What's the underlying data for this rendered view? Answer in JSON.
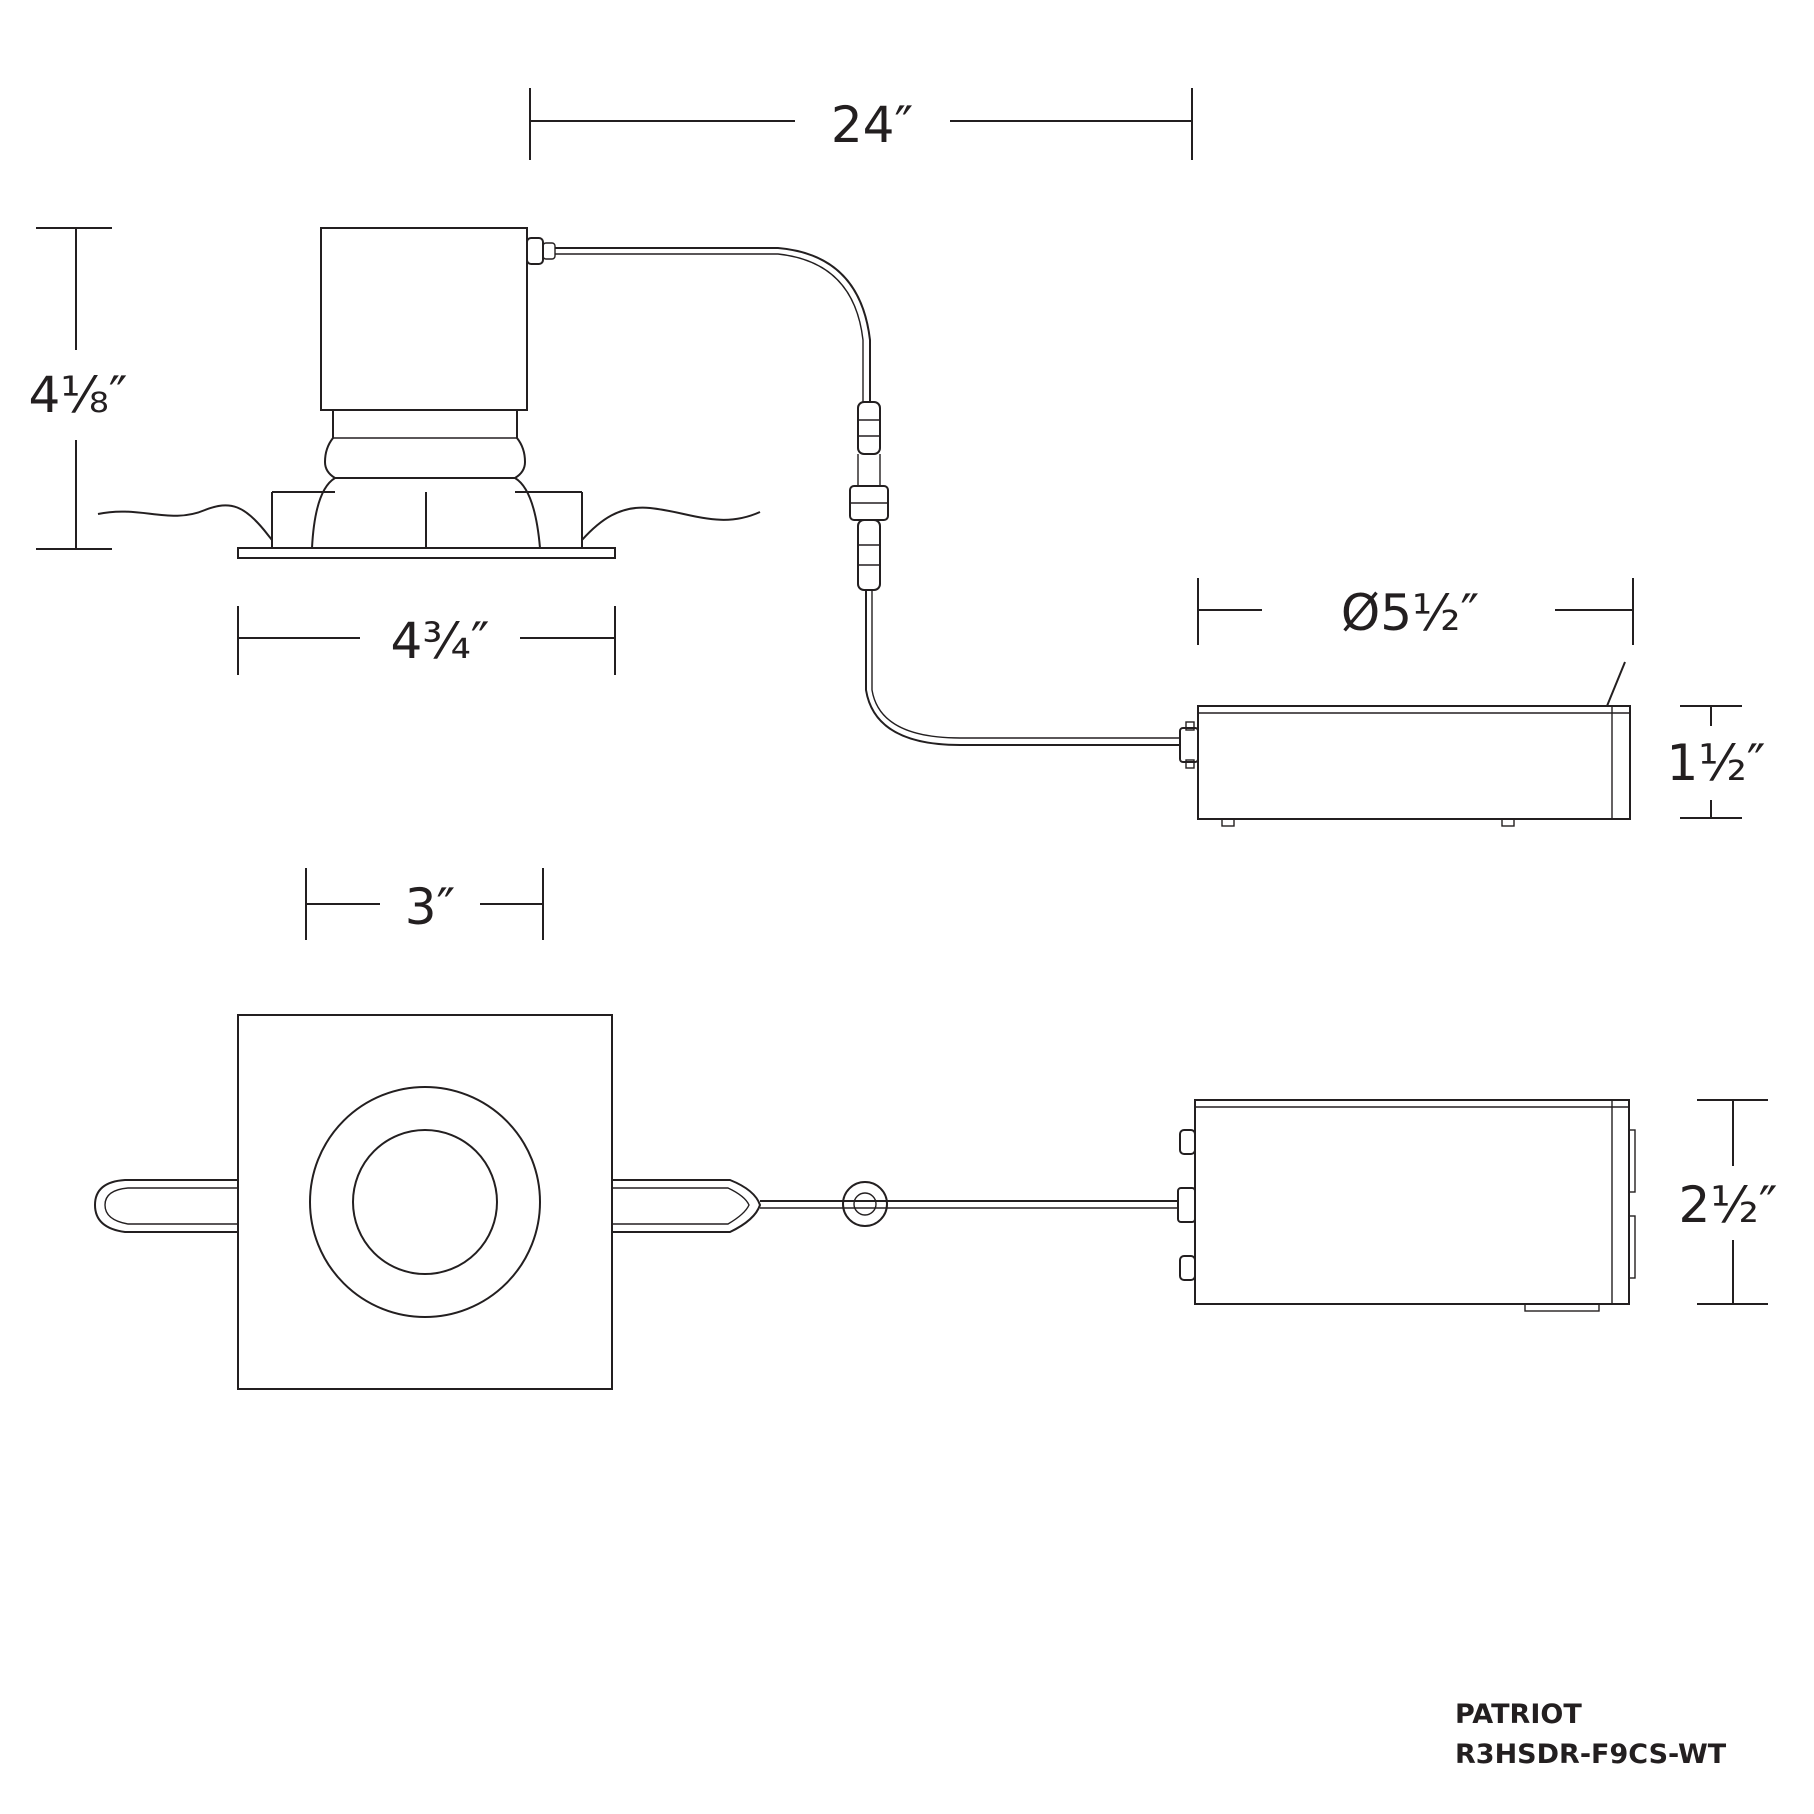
{
  "dimensions": {
    "wire_length": "24″",
    "fixture_height": "4⅛″",
    "trim_width": "4¾″",
    "driver_diameter": "Ø5½″",
    "driver_height": "1½″",
    "cutout_width": "3″",
    "driver_depth": "2½″"
  },
  "title_block": {
    "product_name": "PATRIOT",
    "model_number": "R3HSDR-F9CS-WT"
  },
  "colors": {
    "line": "#231f20",
    "background": "#ffffff"
  }
}
